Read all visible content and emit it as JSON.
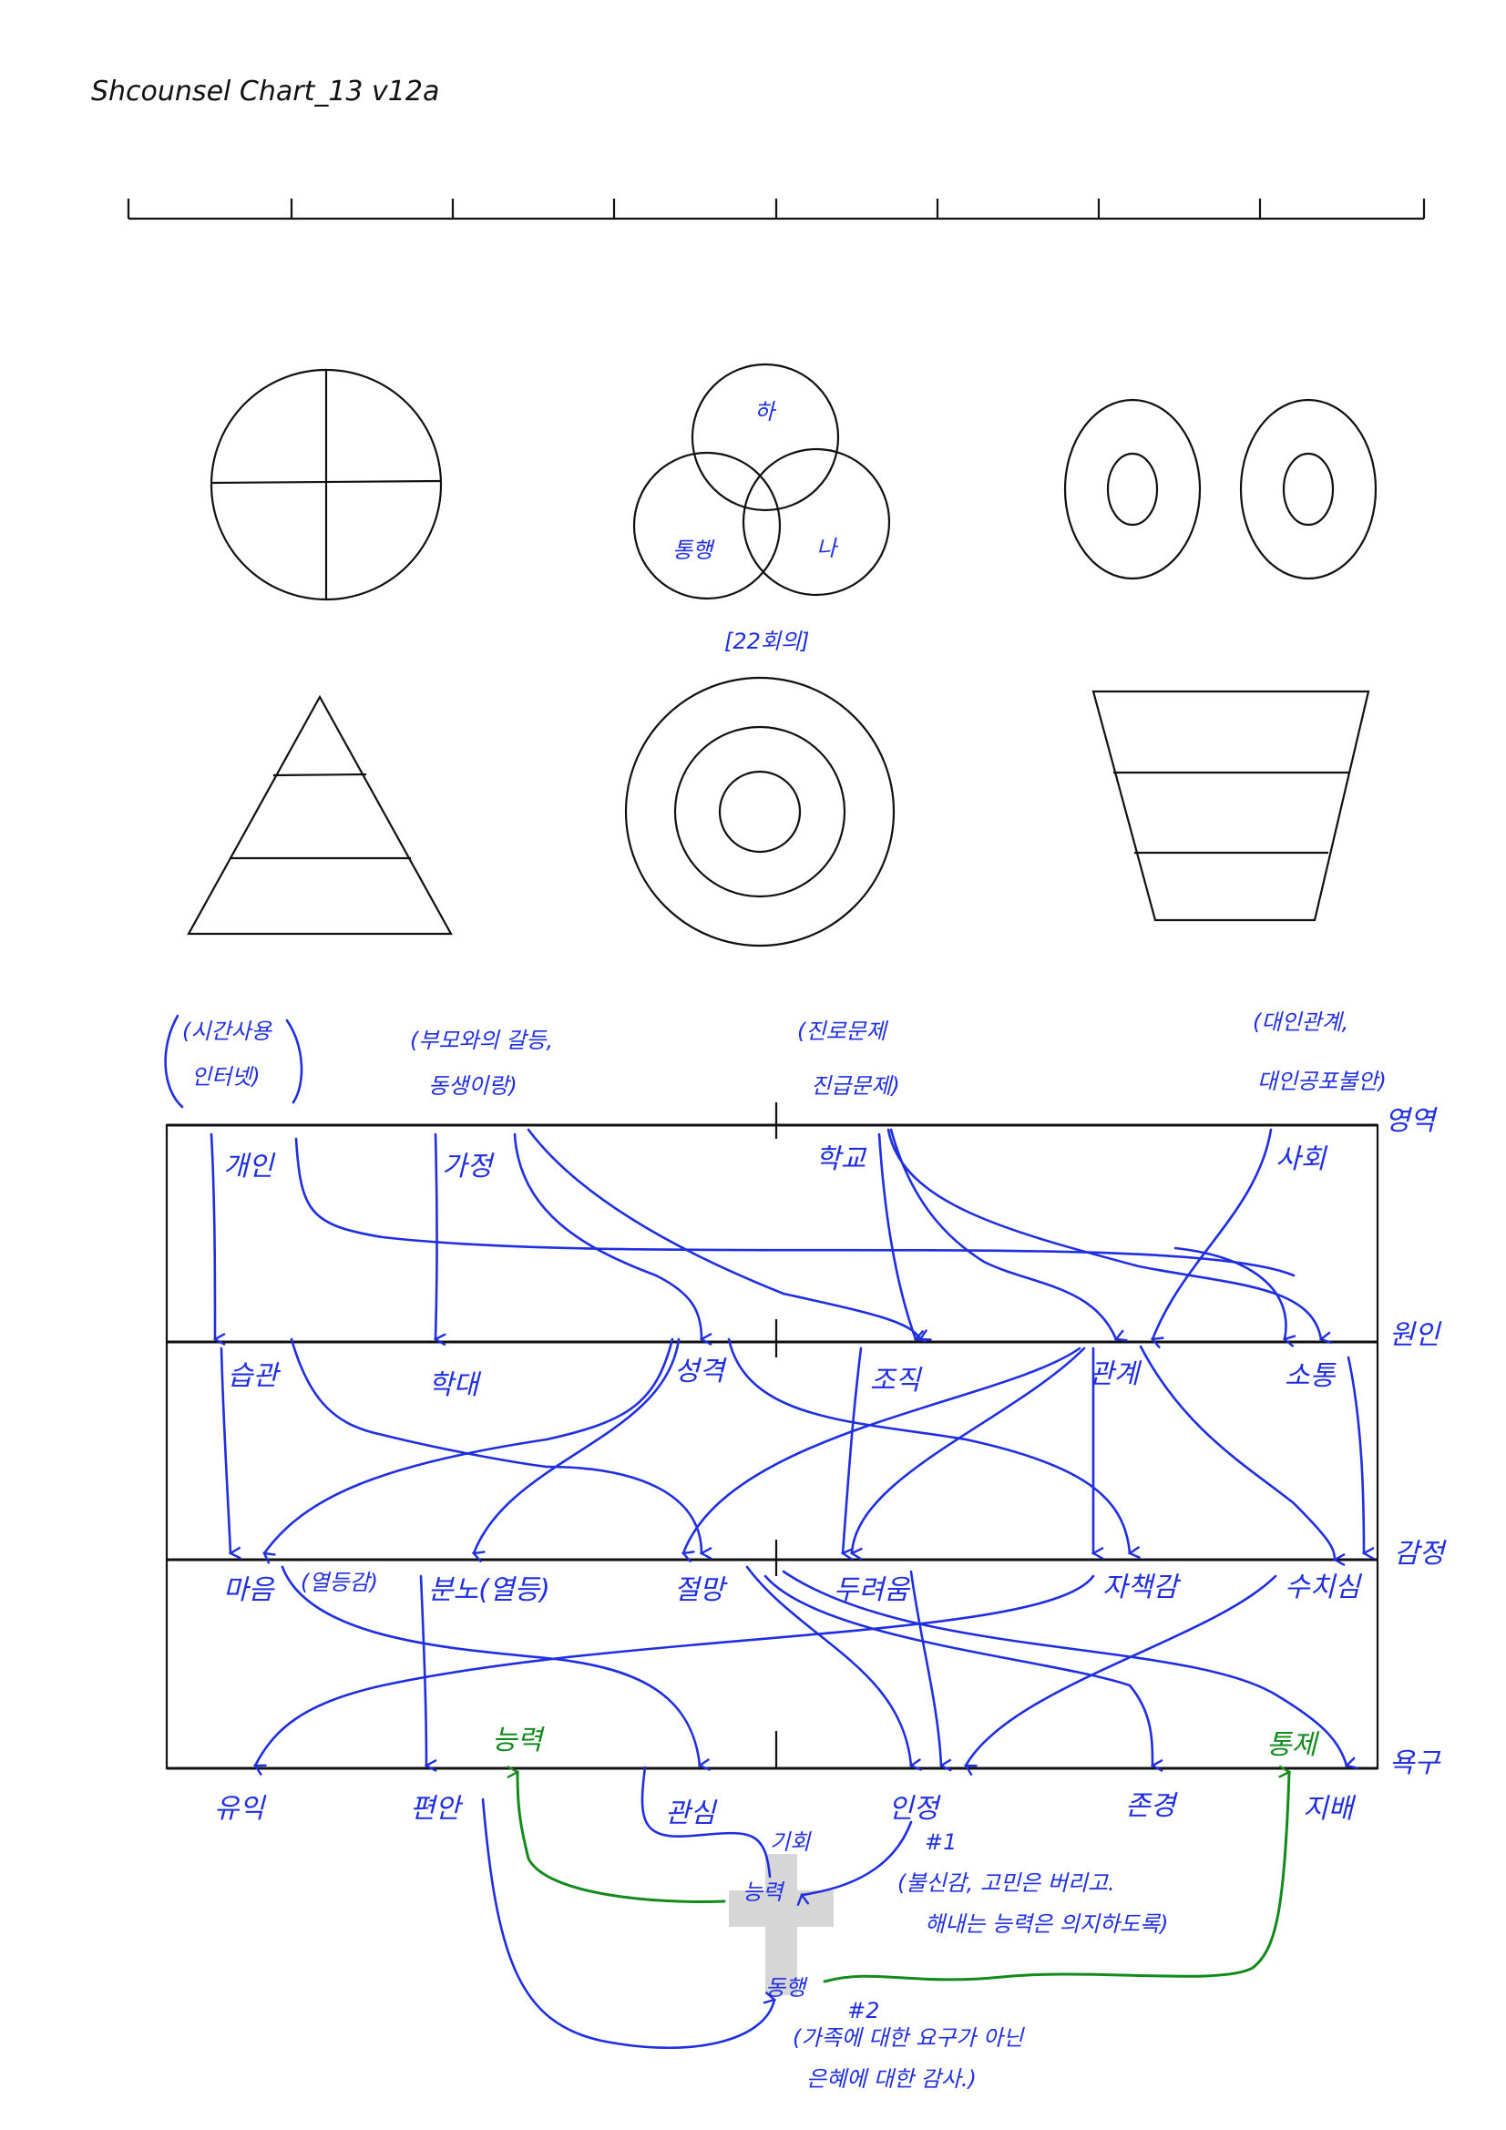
{
  "title": "Shcounsel Chart_13 v12a",
  "venn": {
    "top": "하",
    "left": "통행",
    "right": "나",
    "caption": "[22회의]"
  },
  "annotations": [
    {
      "line1": "(시간사용",
      "line2": "인터넷)"
    },
    {
      "line1": "(부모와의 갈등,",
      "line2": "동생이랑)"
    },
    {
      "line1": "(진로문제",
      "line2": "진급문제)"
    },
    {
      "line1": "(대인관계,",
      "line2": "대인공포불안)"
    }
  ],
  "levels": [
    "영역",
    "원인",
    "감정",
    "욕구"
  ],
  "rows": {
    "domain": [
      "개인",
      "가정",
      "학교",
      "사회"
    ],
    "cause": [
      "습관",
      "학대",
      "성격",
      "조직",
      "관계",
      "소통"
    ],
    "emotion": [
      "마음",
      "(열등감)",
      "분노(열등)",
      "절망",
      "두려움",
      "자책감",
      "수치심"
    ],
    "need": [
      "유익",
      "편안",
      "관심",
      "인정",
      "존경",
      "지배"
    ],
    "need_green": [
      "능력",
      "통제"
    ]
  },
  "bottom": {
    "opportunity": "기회",
    "ability": "능력",
    "note1_tag": "#1",
    "note1_line1": "(불신감, 고민은 버리고.",
    "note1_line2": "해내는 능력은 의지하도록)",
    "accompany": "동행",
    "note2_tag": "#2",
    "note2_line1": "(가족에 대한 요구가 아닌",
    "note2_line2": "은혜에 대한 감사.)"
  },
  "colors": {
    "ink": "#111111",
    "blue": "#1f2ee0",
    "green": "#138a1c",
    "placeholder": "#d6d6d6"
  }
}
